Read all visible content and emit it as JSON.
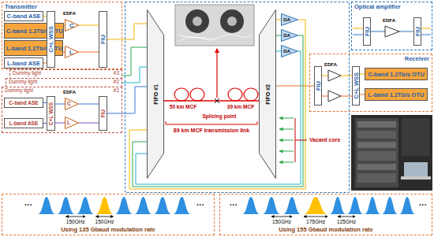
{
  "diagram": {
    "nodes": [
      {
        "text": [
          "Transmitter"
        ]
      },
      {
        "text": [
          "C-band ASE"
        ],
        "in": 0
      },
      {
        "text": [
          "C-band 1.2Tb/s OTU"
        ],
        "in": 0
      },
      {
        "text": [
          "L-band 1.2Tb/s OTU"
        ],
        "in": 0
      },
      {
        "text": [
          "L-band ASE"
        ],
        "in": 0
      },
      {
        "text": [
          "C+L WSS"
        ],
        "in": 0
      },
      {
        "text": [
          "C"
        ],
        "in": 0
      },
      {
        "text": [
          "L"
        ],
        "in": 0
      },
      {
        "text": [
          "FIU"
        ],
        "in": 0
      },
      {
        "text": [
          "Dummy light",
          "#3"
        ]
      },
      {
        "text": [
          "Dummy light",
          "#2"
        ]
      },
      {
        "text": [
          "Dummy light",
          "#1"
        ]
      },
      {
        "text": [
          "C-band ASE"
        ],
        "in": 11
      },
      {
        "text": [
          "L-band ASE"
        ],
        "in": 11
      },
      {
        "text": [
          "C+L WSS"
        ],
        "in": 11
      },
      {
        "text": [
          "C"
        ],
        "in": 11
      },
      {
        "text": [
          "L"
        ],
        "in": 11
      },
      {
        "text": [
          "FIU"
        ],
        "in": 11
      },
      {
        "text": [
          "FIFO #1"
        ]
      },
      {
        "text": [
          "FIFO #2"
        ]
      },
      {
        "text": [
          "OA"
        ]
      },
      {
        "text": [
          "OA"
        ]
      },
      {
        "text": [
          "OA"
        ]
      },
      {
        "text": [
          "Optical amplifier"
        ]
      },
      {
        "text": [
          "FIU"
        ],
        "in": 23
      },
      {
        "text": [
          "FIU"
        ],
        "in": 23
      },
      {
        "text": [
          "Receiver"
        ]
      },
      {
        "text": [
          "FIU"
        ],
        "in": 26
      },
      {
        "text": [
          "C+L WSS"
        ],
        "in": 26
      },
      {
        "text": [
          "C-band 1.2Tb/s OTU"
        ],
        "in": 26
      },
      {
        "text": [
          "L-band 1.2Tb/s OTU"
        ],
        "in": 26
      },
      {
        "text": [
          "Using 135 Gbaud modulation rate"
        ]
      },
      {
        "text": [
          "Using 155 Gbaud modulation rate"
        ]
      }
    ],
    "edges": [
      {
        "from": 1,
        "to": 5,
        "arrow": "none"
      },
      {
        "from": 2,
        "to": 5,
        "arrow": "none"
      },
      {
        "from": 3,
        "to": 5,
        "arrow": "none"
      },
      {
        "from": 4,
        "to": 5,
        "arrow": "none"
      },
      {
        "from": 5,
        "to": 6,
        "arrow": "none"
      },
      {
        "from": 5,
        "to": 7,
        "arrow": "none"
      },
      {
        "from": 6,
        "to": 8,
        "arrow": "none"
      },
      {
        "from": 7,
        "to": 8,
        "arrow": "none"
      },
      {
        "from": 8,
        "to": 18,
        "arrow": "none"
      },
      {
        "from": 9,
        "to": 18,
        "arrow": "none"
      },
      {
        "from": 10,
        "to": 18,
        "arrow": "none"
      },
      {
        "from": 12,
        "to": 14,
        "arrow": "none"
      },
      {
        "from": 13,
        "to": 14,
        "arrow": "none"
      },
      {
        "from": 14,
        "to": 15,
        "arrow": "none"
      },
      {
        "from": 14,
        "to": 16,
        "arrow": "none"
      },
      {
        "from": 15,
        "to": 17,
        "arrow": "none"
      },
      {
        "from": 16,
        "to": 17,
        "arrow": "none"
      },
      {
        "from": 17,
        "to": 18,
        "arrow": "none"
      },
      {
        "from": 18,
        "to": 19,
        "arrow": "none"
      },
      {
        "from": 19,
        "to": 20,
        "arrow": "none"
      },
      {
        "from": 19,
        "to": 21,
        "arrow": "none"
      },
      {
        "from": 19,
        "to": 22,
        "arrow": "none"
      },
      {
        "from": 19,
        "to": 27,
        "arrow": "none"
      },
      {
        "from": 20,
        "to": 18,
        "arrow": "none"
      },
      {
        "from": 21,
        "to": 18,
        "arrow": "none"
      },
      {
        "from": 22,
        "to": 18,
        "arrow": "none"
      },
      {
        "from": 24,
        "to": 25,
        "arrow": "none"
      },
      {
        "from": 27,
        "to": 28,
        "arrow": "none"
      },
      {
        "from": 27,
        "to": 28,
        "arrow": "none"
      },
      {
        "from": 28,
        "to": 29,
        "arrow": "none"
      },
      {
        "from": 28,
        "to": 30,
        "arrow": "none"
      }
    ],
    "labels": [
      "EDFA",
      "EDFA",
      "50 km MCF",
      "39 km MCF",
      "Splicing point",
      "89 km MCF transmission link",
      "Vacant core",
      "EDFA",
      "EDFA",
      "···",
      "150GHz",
      "150GHz",
      "···",
      "···",
      "150GHz",
      "175GHz",
      "125GHz",
      "···"
    ]
  }
}
